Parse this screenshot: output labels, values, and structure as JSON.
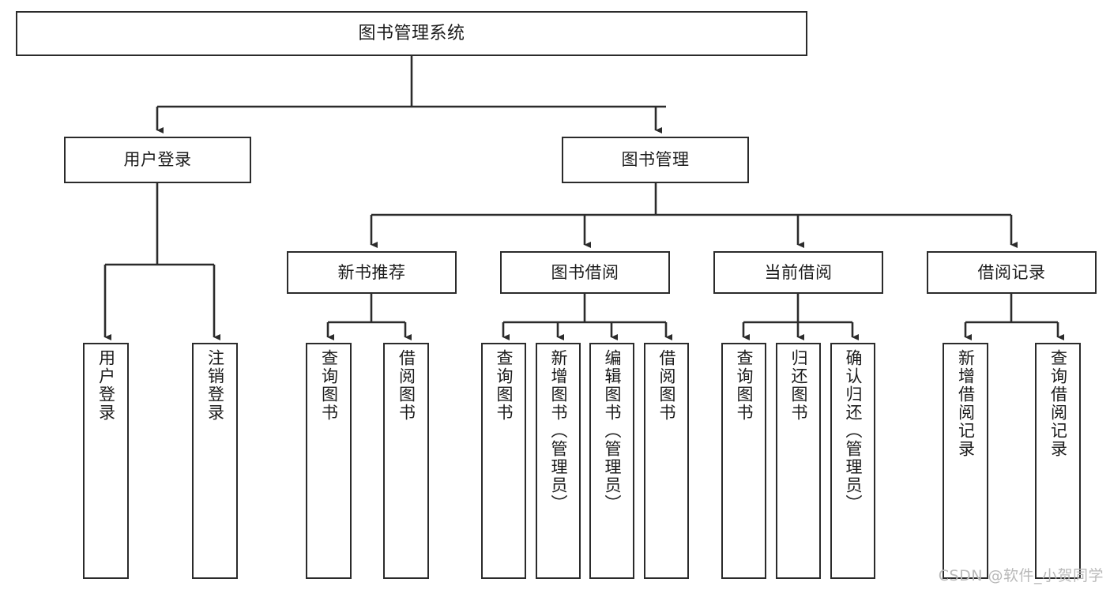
{
  "diagram": {
    "title": "图书管理系统",
    "watermark": "CSDN @软件_小贺同学",
    "colors": {
      "stroke": "#2b2b2b",
      "background": "#ffffff",
      "text": "#1b1b1b",
      "watermark": "#b9b9b9"
    },
    "nodes": {
      "root": "图书管理系统",
      "level1": {
        "user_login": "用户登录",
        "book_manage": "图书管理"
      },
      "level2": {
        "new_book_rec": "新书推荐",
        "book_borrow": "图书借阅",
        "current_borrow": "当前借阅",
        "borrow_record": "借阅记录"
      },
      "leaves": {
        "user_login_1": "用户登录",
        "user_login_2": "注销登录",
        "new_book_rec_1": "查询图书",
        "new_book_rec_2": "借阅图书",
        "book_borrow_1": "查询图书",
        "book_borrow_2": "新增图书（管理员）",
        "book_borrow_3": "编辑图书（管理员）",
        "book_borrow_4": "借阅图书",
        "current_borrow_1": "查询图书",
        "current_borrow_2": "归还图书",
        "current_borrow_3": "确认归还（管理员）",
        "borrow_record_1": "新增借阅记录",
        "borrow_record_2": "查询借阅记录"
      }
    }
  }
}
